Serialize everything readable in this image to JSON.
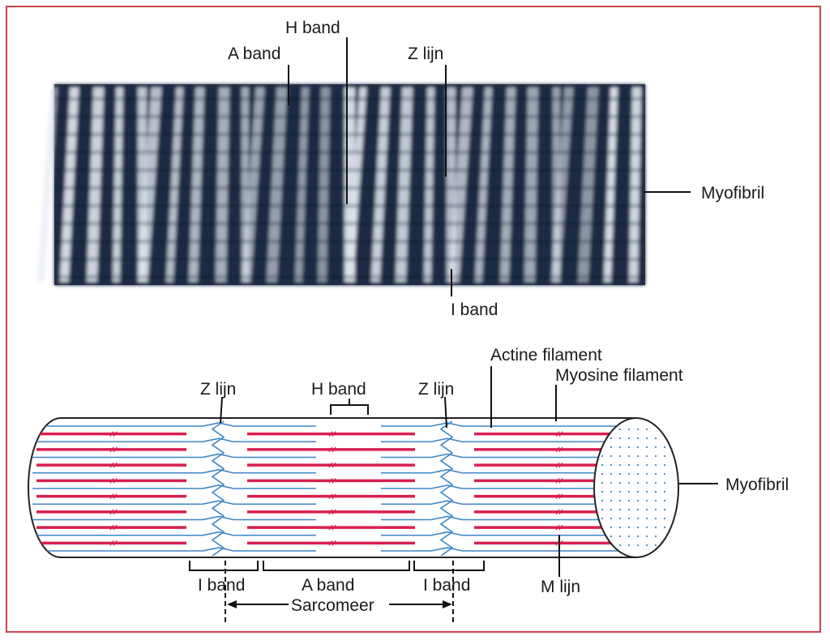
{
  "micrograph_labels": {
    "h_band": "H band",
    "a_band": "A band",
    "z_lijn": "Z lijn",
    "myofibril": "Myofibril",
    "i_band": "I band"
  },
  "diagram_labels": {
    "actine_filament": "Actine filament",
    "myosine_filament": "Myosine filament",
    "z_lijn_left": "Z lijn",
    "h_band": "H band",
    "z_lijn_right": "Z lijn",
    "myofibril": "Myofibril",
    "i_band_left": "I band",
    "a_band": "A band",
    "i_band_right": "I band",
    "m_lijn": "M lijn",
    "sarcomeer": "Sarcomeer"
  },
  "colors": {
    "frame": "#c9444c",
    "actin": "#3f86c6",
    "myosin": "#d8204e",
    "micrograph_dark": "#1e2c44",
    "micrograph_light": "#dfe6ee"
  }
}
